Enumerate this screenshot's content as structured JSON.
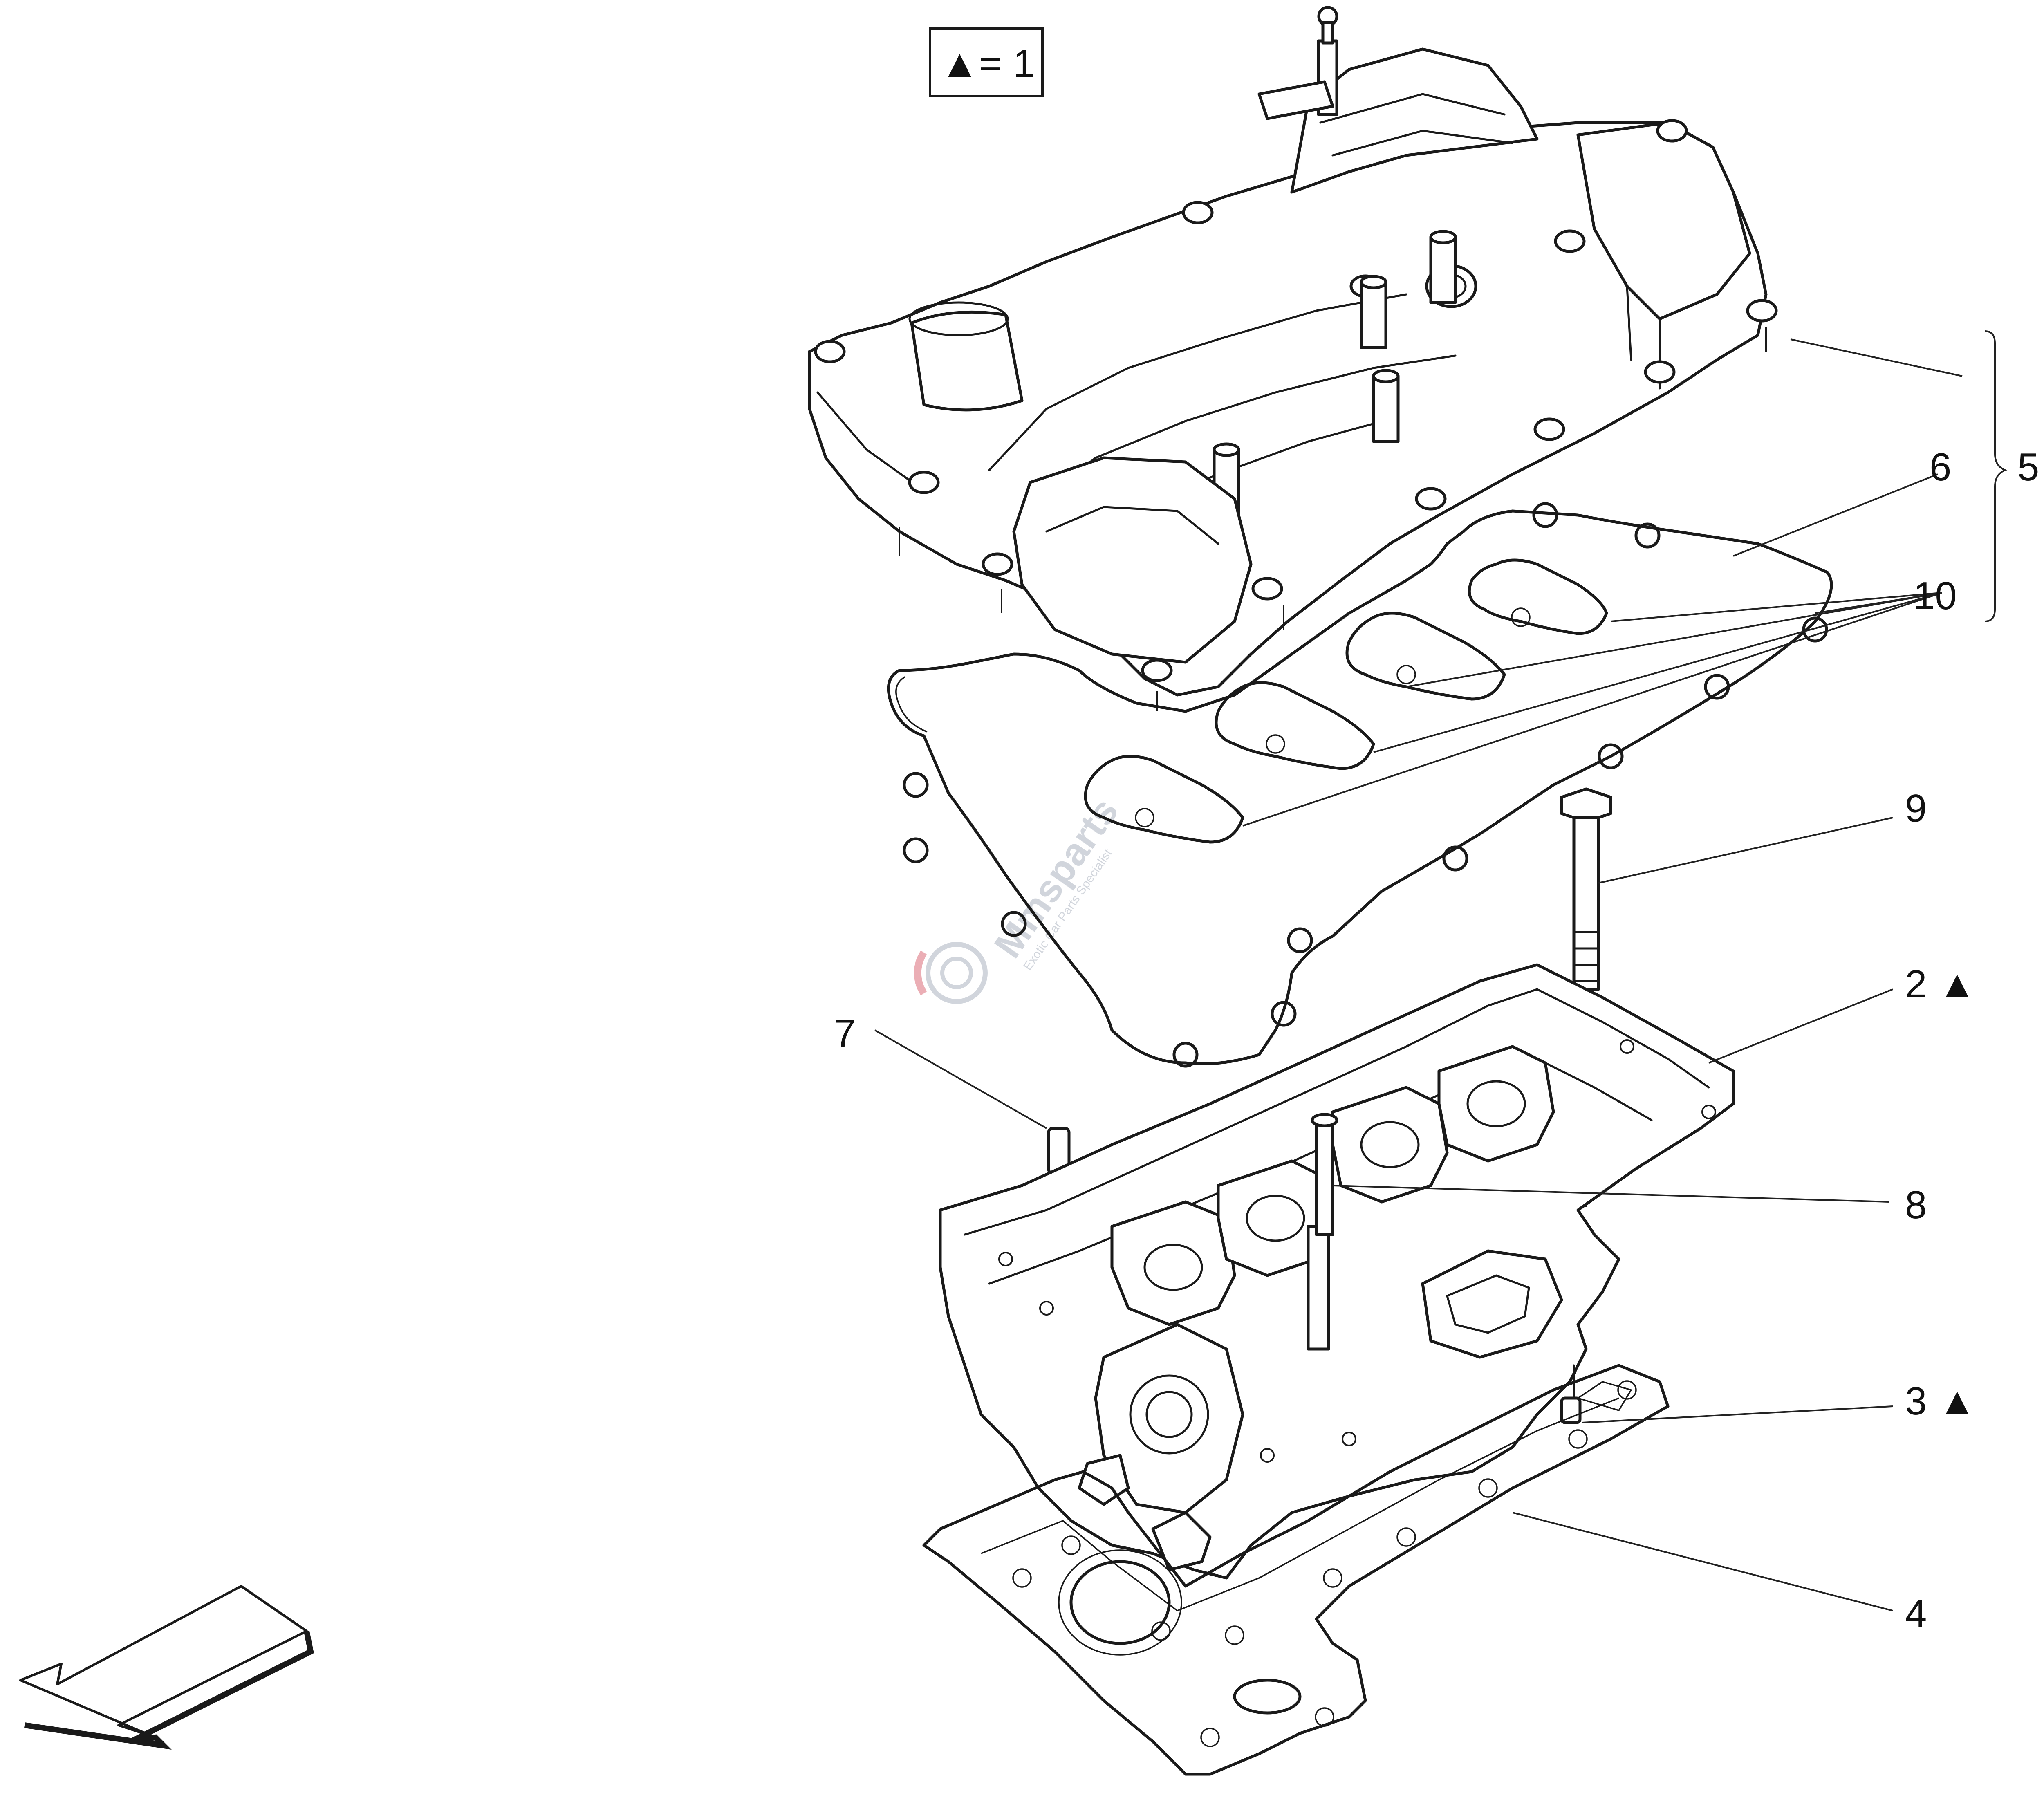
{
  "legend": {
    "symbol": "▲",
    "text": "= 1"
  },
  "callouts": {
    "c5": "5",
    "c6": "6",
    "c10": "10",
    "c9": "9",
    "c2": "2",
    "c7": "7",
    "c8": "8",
    "c3": "3",
    "c4": "4"
  },
  "triangle_marker": "▲",
  "watermark": {
    "brand": "Mmsparts",
    "tagline": "Exotic Car Parts Specialist"
  },
  "parts": {
    "valve_cover": "cylinder-head-cover",
    "cover_gasket": "cover-gasket",
    "spark_seals": "spark-plug-well-seals",
    "head_bolt": "cylinder-head-bolt",
    "cylinder_head": "cylinder-head",
    "dowel": "dowel-pin",
    "head_gasket": "cylinder-head-gasket"
  },
  "icons": [
    "orientation-arrow-icon",
    "triangle-icon",
    "watermark-gear-icon"
  ],
  "colors": {
    "line": "#1a1a1a",
    "watermark": "#c9ced6",
    "watermark_accent": "#e8a0a8"
  }
}
